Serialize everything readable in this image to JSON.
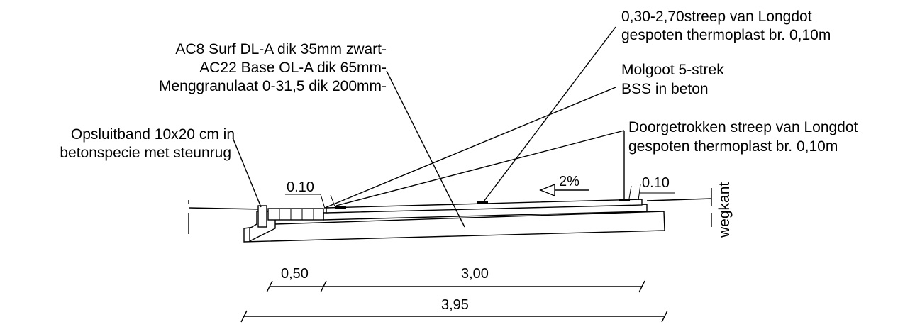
{
  "labels": {
    "layer_surface": "AC8 Surf DL-A dik 35mm zwart-",
    "layer_base": "AC22 Base OL-A dik 65mm-",
    "layer_subbase": "Menggranulaat 0-31,5 dik 200mm-",
    "kerb_line1": "Opsluitband 10x20 cm in",
    "kerb_line2": "betonspecie met steunrug",
    "stripe1_line1": "0,30-2,70streep van Longdot",
    "stripe1_line2": "gespoten thermoplast br. 0,10m",
    "gutter_line1": "Molgoot 5-strek",
    "gutter_line2": "BSS in beton",
    "stripe2_line1": "Doorgetrokken streep van Longdot",
    "stripe2_line2": "gespoten thermoplast br. 0,10m",
    "road_edge": "wegkant"
  },
  "dimensions": {
    "stripe_offset_left": "0.10",
    "stripe_offset_right": "0.10",
    "slope": "2%",
    "gutter_width": "0,50",
    "lane_width": "3,00",
    "total_width": "3,95"
  }
}
